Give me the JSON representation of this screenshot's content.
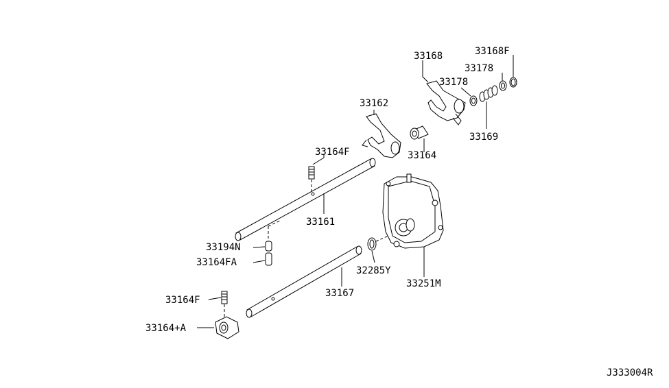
{
  "diagram": {
    "part_numbers": {
      "p33168": "33168",
      "p33168F": "33168F",
      "p33178a": "33178",
      "p33178b": "33178",
      "p33162": "33162",
      "p33169": "33169",
      "p33164": "33164",
      "p33164F_top": "33164F",
      "p33161": "33161",
      "p33194N": "33194N",
      "p33164FA": "33164FA",
      "p32285Y": "32285Y",
      "p33251M": "33251M",
      "p33167": "33167",
      "p33164F_bot": "33164F",
      "p33164A": "33164+A"
    },
    "drawing_code": "J333004R"
  }
}
